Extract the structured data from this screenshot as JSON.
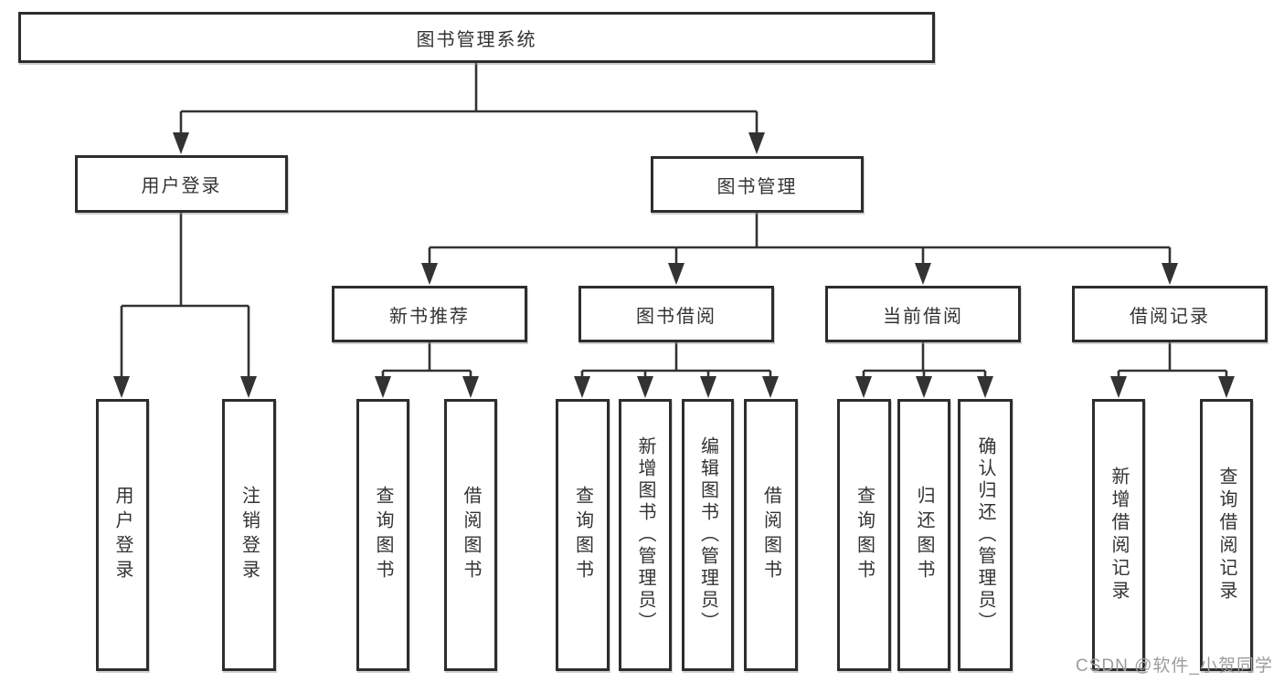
{
  "system": {
    "title": "图书管理系统",
    "branches": [
      {
        "label": "用户登录",
        "children": [
          {
            "label": "用户登录"
          },
          {
            "label": "注销登录"
          }
        ]
      },
      {
        "label": "图书管理",
        "modules": [
          {
            "label": "新书推荐",
            "children": [
              {
                "label": "查询图书"
              },
              {
                "label": "借阅图书"
              }
            ]
          },
          {
            "label": "图书借阅",
            "children": [
              {
                "label": "查询图书"
              },
              {
                "label": "新增图书（管理员）"
              },
              {
                "label": "编辑图书（管理员）"
              },
              {
                "label": "借阅图书"
              }
            ]
          },
          {
            "label": "当前借阅",
            "children": [
              {
                "label": "查询图书"
              },
              {
                "label": "归还图书"
              },
              {
                "label": "确认归还（管理员）"
              }
            ]
          },
          {
            "label": "借阅记录",
            "children": [
              {
                "label": "新增借阅记录"
              },
              {
                "label": "查询借阅记录"
              }
            ]
          }
        ]
      }
    ]
  },
  "watermark": {
    "text": "CSDN @软件_小贺同学"
  },
  "colors": {
    "line": "#333333",
    "text": "#333333",
    "watermark": "#9c9c9c",
    "background": "#ffffff",
    "box_border": "#2d2d2d",
    "box_fill": "#ffffff"
  }
}
